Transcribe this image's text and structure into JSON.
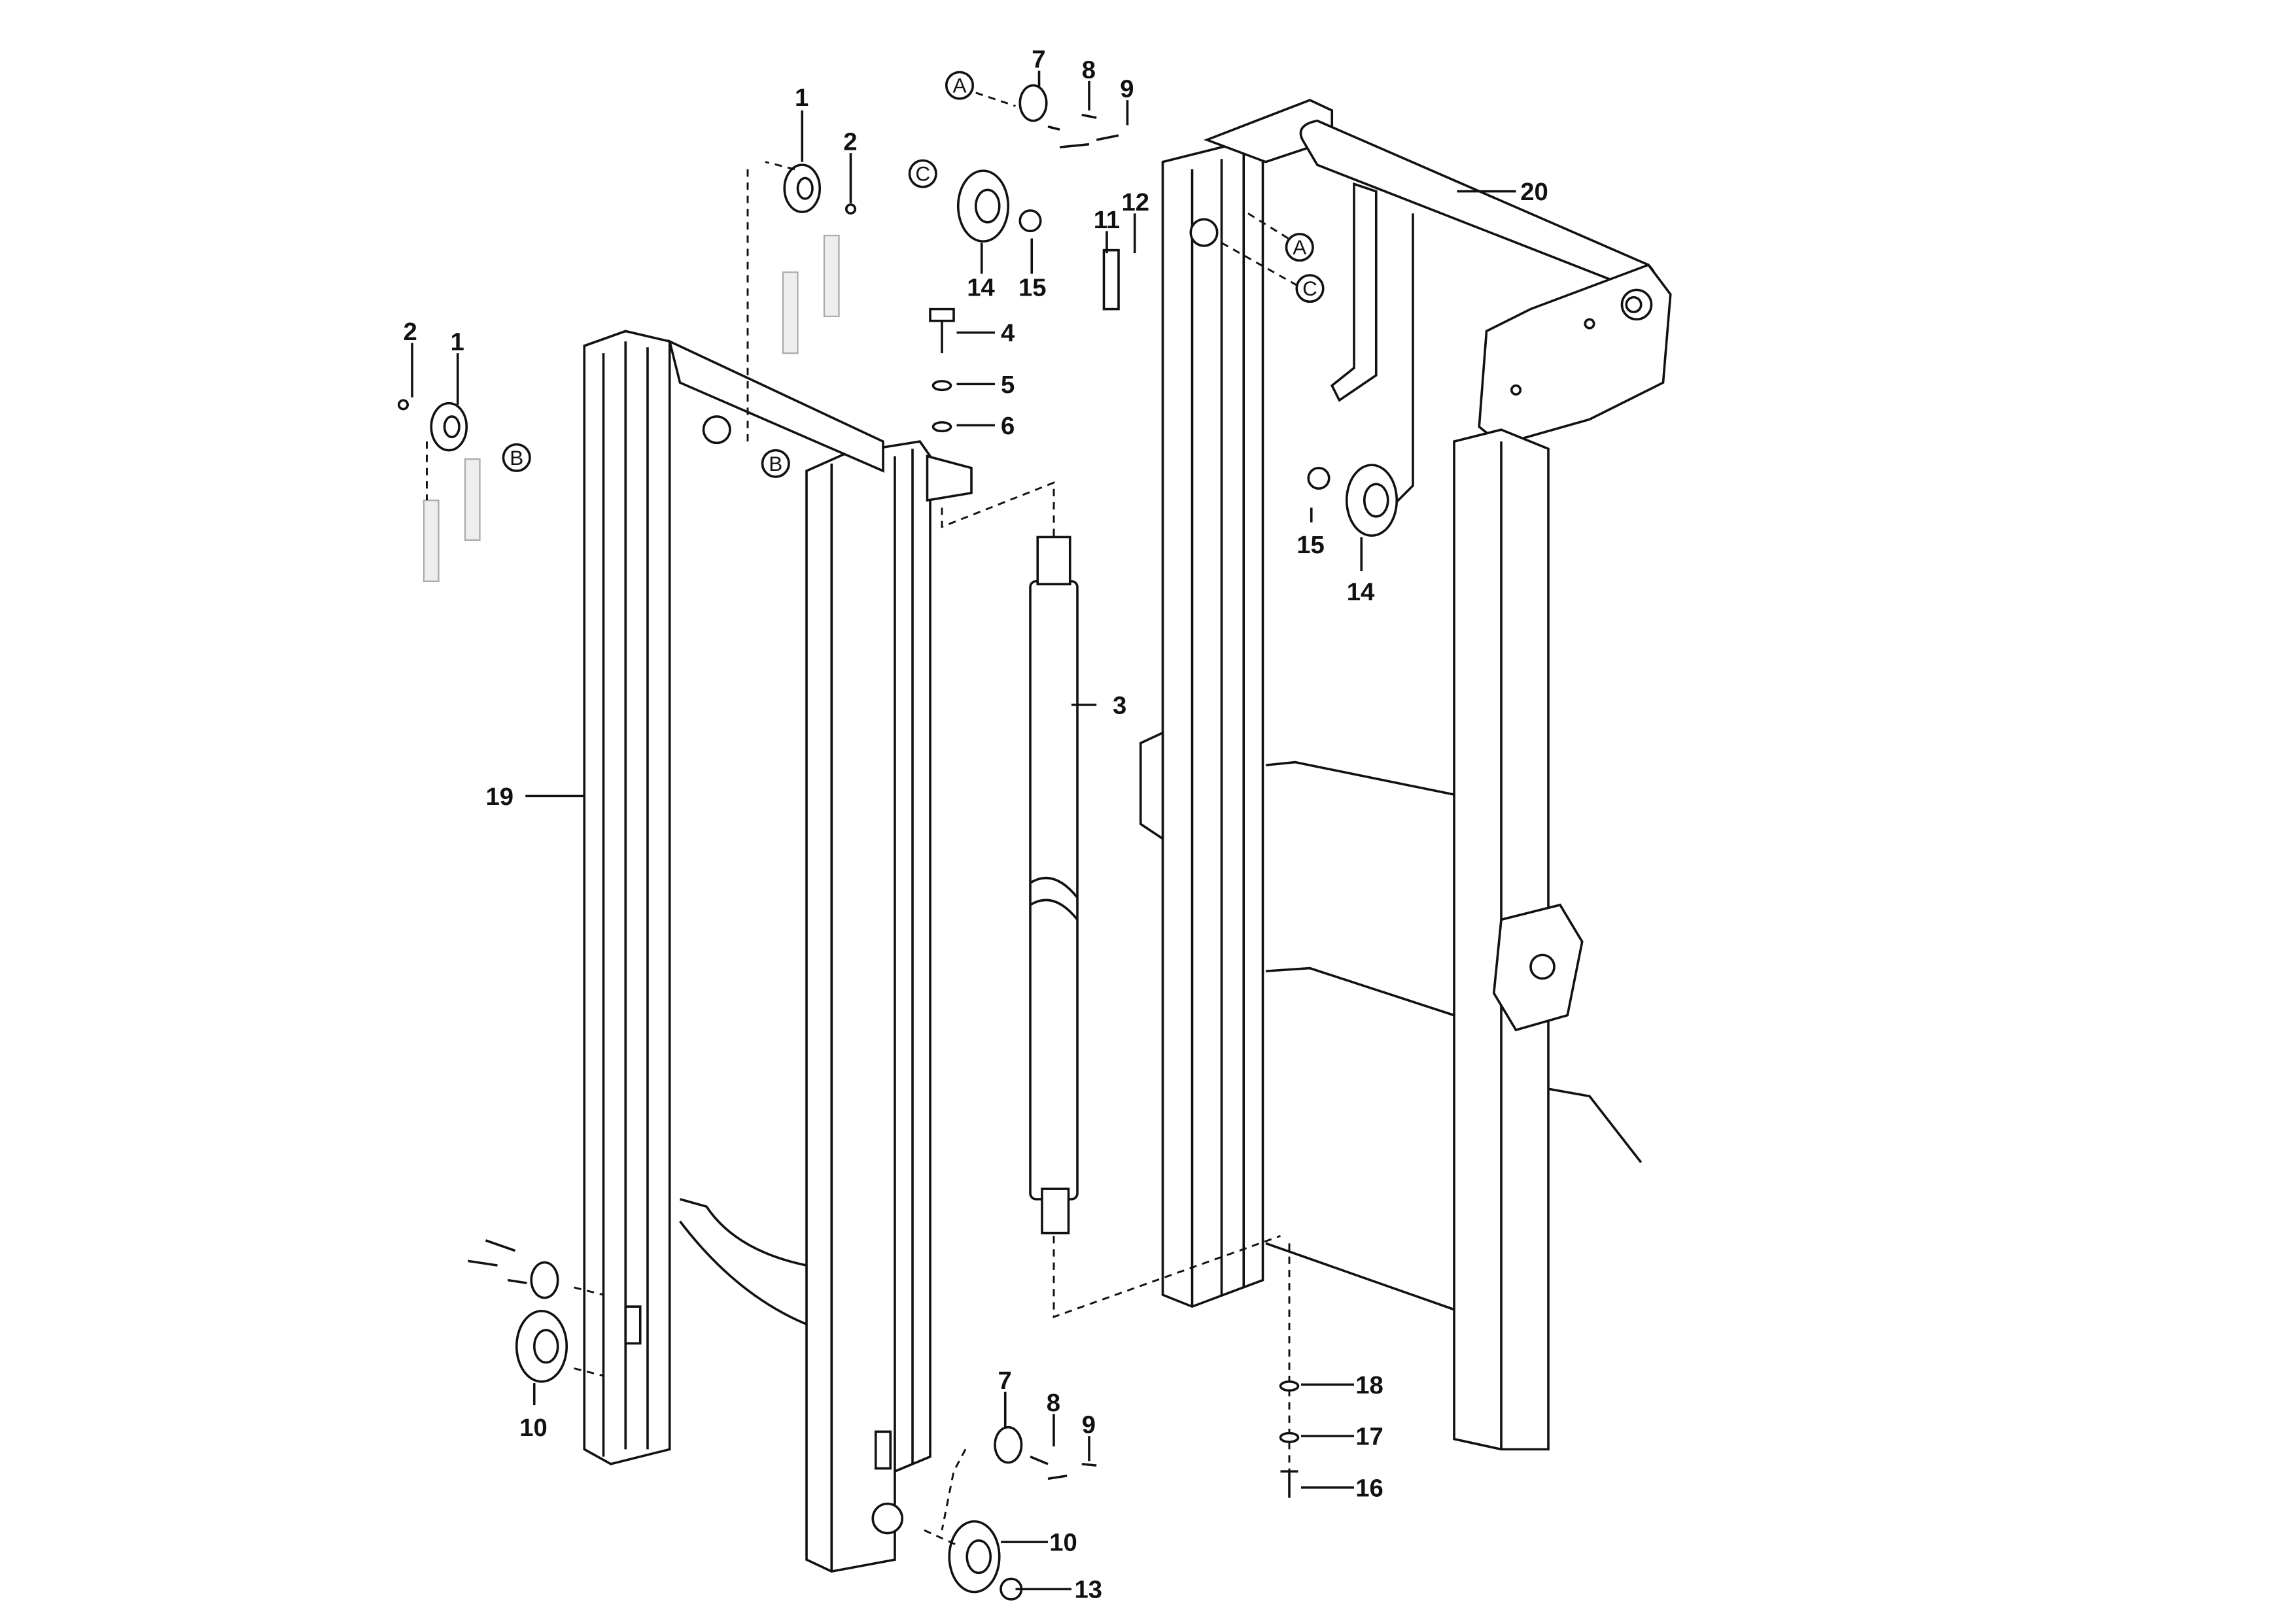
{
  "diagram": {
    "title": "Mast assembly exploded view",
    "callouts": [
      {
        "id": "c1",
        "text": "1"
      },
      {
        "id": "c2",
        "text": "2"
      },
      {
        "id": "c3",
        "text": "1"
      },
      {
        "id": "c4",
        "text": "2"
      },
      {
        "id": "c5",
        "text": "3"
      },
      {
        "id": "c6",
        "text": "4"
      },
      {
        "id": "c7",
        "text": "5"
      },
      {
        "id": "c8",
        "text": "6"
      },
      {
        "id": "c9",
        "text": "7"
      },
      {
        "id": "c10",
        "text": "8"
      },
      {
        "id": "c11",
        "text": "9"
      },
      {
        "id": "c12",
        "text": "7"
      },
      {
        "id": "c13",
        "text": "8"
      },
      {
        "id": "c14",
        "text": "9"
      },
      {
        "id": "c15",
        "text": "10"
      },
      {
        "id": "c16",
        "text": "10"
      },
      {
        "id": "c17",
        "text": "11"
      },
      {
        "id": "c18",
        "text": "12"
      },
      {
        "id": "c19",
        "text": "13"
      },
      {
        "id": "c20",
        "text": "14"
      },
      {
        "id": "c21",
        "text": "15"
      },
      {
        "id": "c22",
        "text": "14"
      },
      {
        "id": "c23",
        "text": "15"
      },
      {
        "id": "c24",
        "text": "16"
      },
      {
        "id": "c25",
        "text": "17"
      },
      {
        "id": "c26",
        "text": "18"
      },
      {
        "id": "c27",
        "text": "19"
      },
      {
        "id": "c28",
        "text": "20"
      }
    ],
    "refs": [
      {
        "id": "r1",
        "text": "A"
      },
      {
        "id": "r2",
        "text": "A"
      },
      {
        "id": "r3",
        "text": "B"
      },
      {
        "id": "r4",
        "text": "B"
      },
      {
        "id": "r5",
        "text": "C"
      },
      {
        "id": "r6",
        "text": "C"
      }
    ]
  }
}
